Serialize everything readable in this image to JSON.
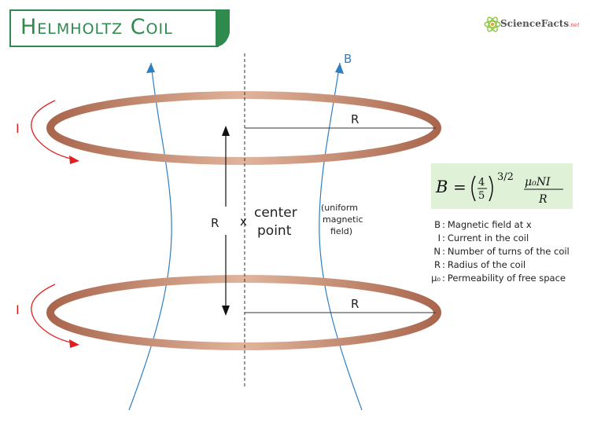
{
  "title": "Helmholtz Coil",
  "logo": {
    "text": "ScienceFacts",
    "suffix": ".net"
  },
  "labels": {
    "current_top": "I",
    "current_bottom": "I",
    "field": "B",
    "radius_top": "R",
    "radius_bottom": "R",
    "separation": "R",
    "center_marker": "x",
    "center_line1": "center",
    "center_line2": "point",
    "uniform_line1": "(uniform",
    "uniform_line2": "magnetic",
    "uniform_line3": "field)"
  },
  "formula": {
    "lhs": "B",
    "equals": "=",
    "frac_num": "4",
    "frac_den": "5",
    "exponent": "3/2",
    "rhs_num": "μ₀NI",
    "rhs_den": "R"
  },
  "legend": [
    {
      "symbol": "B",
      "sep": ":",
      "text": "Magnetic field at x"
    },
    {
      "symbol": "I",
      "sep": ":",
      "text": "Current in the coil"
    },
    {
      "symbol": "N",
      "sep": ":",
      "text": "Number of turns of the coil"
    },
    {
      "symbol": "R",
      "sep": ":",
      "text": "Radius of the coil"
    },
    {
      "symbol": "μ₀",
      "sep": ":",
      "text": "Permeability of free space"
    }
  ],
  "colors": {
    "title_green": "#2f8a4e",
    "coil": "#b5735a",
    "field_line": "#2d7fc1",
    "current_arrow": "#e02020",
    "formula_bg": "#dff2d8"
  }
}
